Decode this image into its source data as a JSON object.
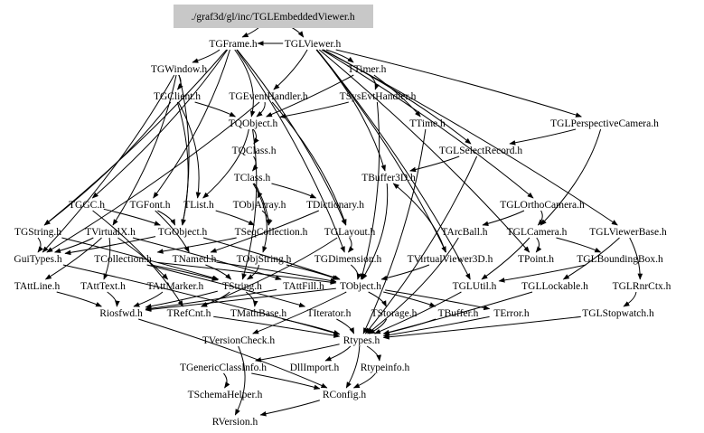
{
  "diagram": {
    "root": "./graf3d/gl/inc/TGLEmbeddedViewer.h",
    "nodes": [
      {
        "id": "root",
        "label": "./graf3d/gl/inc/TGLEmbeddedViewer.h"
      },
      {
        "id": "TGFrame",
        "label": "TGFrame.h"
      },
      {
        "id": "TGLViewer",
        "label": "TGLViewer.h"
      },
      {
        "id": "TGWindow",
        "label": "TGWindow.h"
      },
      {
        "id": "TTimer",
        "label": "TTimer.h"
      },
      {
        "id": "TGClient",
        "label": "TGClient.h"
      },
      {
        "id": "TGEventHandler",
        "label": "TGEventHandler.h"
      },
      {
        "id": "TSysEvtHandler",
        "label": "TSysEvtHandler.h"
      },
      {
        "id": "TQObject",
        "label": "TQObject.h"
      },
      {
        "id": "TTime",
        "label": "TTime.h"
      },
      {
        "id": "TGLPerspectiveCamera",
        "label": "TGLPerspectiveCamera.h"
      },
      {
        "id": "TQClass",
        "label": "TQClass.h"
      },
      {
        "id": "TGLSelectRecord",
        "label": "TGLSelectRecord.h"
      },
      {
        "id": "TClass",
        "label": "TClass.h"
      },
      {
        "id": "TBuffer3D",
        "label": "TBuffer3D.h"
      },
      {
        "id": "TGGC",
        "label": "TGGC.h"
      },
      {
        "id": "TGFont",
        "label": "TGFont.h"
      },
      {
        "id": "TList",
        "label": "TList.h"
      },
      {
        "id": "TObjArray",
        "label": "TObjArray.h"
      },
      {
        "id": "TDictionary",
        "label": "TDictionary.h"
      },
      {
        "id": "TGLOrthoCamera",
        "label": "TGLOrthoCamera.h"
      },
      {
        "id": "TGString",
        "label": "TGString.h"
      },
      {
        "id": "TVirtualX",
        "label": "TVirtualX.h"
      },
      {
        "id": "TGObject",
        "label": "TGObject.h"
      },
      {
        "id": "TSeqCollection",
        "label": "TSeqCollection.h"
      },
      {
        "id": "TGLayout",
        "label": "TGLayout.h"
      },
      {
        "id": "TArcBall",
        "label": "TArcBall.h"
      },
      {
        "id": "TGLCamera",
        "label": "TGLCamera.h"
      },
      {
        "id": "TGLViewerBase",
        "label": "TGLViewerBase.h"
      },
      {
        "id": "GuiTypes",
        "label": "GuiTypes.h"
      },
      {
        "id": "TCollection",
        "label": "TCollection.h"
      },
      {
        "id": "TNamed",
        "label": "TNamed.h"
      },
      {
        "id": "TObjString",
        "label": "TObjString.h"
      },
      {
        "id": "TGDimension",
        "label": "TGDimension.h"
      },
      {
        "id": "TVirtualViewer3D",
        "label": "TVirtualViewer3D.h"
      },
      {
        "id": "TPoint",
        "label": "TPoint.h"
      },
      {
        "id": "TGLBoundingBox",
        "label": "TGLBoundingBox.h"
      },
      {
        "id": "TAttLine",
        "label": "TAttLine.h"
      },
      {
        "id": "TAttText",
        "label": "TAttText.h"
      },
      {
        "id": "TAttMarker",
        "label": "TAttMarker.h"
      },
      {
        "id": "TString",
        "label": "TString.h"
      },
      {
        "id": "TAttFill",
        "label": "TAttFill.h"
      },
      {
        "id": "TObject",
        "label": "TObject.h"
      },
      {
        "id": "TGLUtil",
        "label": "TGLUtil.h"
      },
      {
        "id": "TGLLockable",
        "label": "TGLLockable.h"
      },
      {
        "id": "TGLRnrCtx",
        "label": "TGLRnrCtx.h"
      },
      {
        "id": "Riosfwd",
        "label": "Riosfwd.h"
      },
      {
        "id": "TRefCnt",
        "label": "TRefCnt.h"
      },
      {
        "id": "TMathBase",
        "label": "TMathBase.h"
      },
      {
        "id": "TIterator",
        "label": "TIterator.h"
      },
      {
        "id": "TStorage",
        "label": "TStorage.h"
      },
      {
        "id": "TBuffer",
        "label": "TBuffer.h"
      },
      {
        "id": "TError",
        "label": "TError.h"
      },
      {
        "id": "TGLStopwatch",
        "label": "TGLStopwatch.h"
      },
      {
        "id": "TVersionCheck",
        "label": "TVersionCheck.h"
      },
      {
        "id": "Rtypes",
        "label": "Rtypes.h"
      },
      {
        "id": "TGenericClassInfo",
        "label": "TGenericClassInfo.h"
      },
      {
        "id": "DllImport",
        "label": "DllImport.h"
      },
      {
        "id": "Rtypeinfo",
        "label": "Rtypeinfo.h"
      },
      {
        "id": "TSchemaHelper",
        "label": "TSchemaHelper.h"
      },
      {
        "id": "RConfig",
        "label": "RConfig.h"
      },
      {
        "id": "RVersion",
        "label": "RVersion.h"
      }
    ],
    "edges": [
      [
        "root",
        "TGFrame"
      ],
      [
        "root",
        "TGLViewer"
      ],
      [
        "TGFrame",
        "TGWindow"
      ],
      [
        "TGFrame",
        "TGDimension"
      ],
      [
        "TGFrame",
        "TGGC"
      ],
      [
        "TGFrame",
        "TGFont"
      ],
      [
        "TGFrame",
        "TGLayout"
      ],
      [
        "TGFrame",
        "TQObject"
      ],
      [
        "TGFrame",
        "TGString"
      ],
      [
        "TGLViewer",
        "TGFrame"
      ],
      [
        "TGLViewer",
        "TTimer"
      ],
      [
        "TGLViewer",
        "TGEventHandler"
      ],
      [
        "TGLViewer",
        "TGLPerspectiveCamera"
      ],
      [
        "TGLViewer",
        "TGLOrthoCamera"
      ],
      [
        "TGLViewer",
        "TGLViewerBase"
      ],
      [
        "TGLViewer",
        "TVirtualViewer3D"
      ],
      [
        "TGLViewer",
        "TBuffer3D"
      ],
      [
        "TGLViewer",
        "TGLSelectRecord"
      ],
      [
        "TGLViewer",
        "TPoint"
      ],
      [
        "TGLViewer",
        "TGLUtil"
      ],
      [
        "TGWindow",
        "TGClient"
      ],
      [
        "TGWindow",
        "TGObject"
      ],
      [
        "TGWindow",
        "TVirtualX"
      ],
      [
        "TGWindow",
        "GuiTypes"
      ],
      [
        "TTimer",
        "TSysEvtHandler"
      ],
      [
        "TTimer",
        "TTime"
      ],
      [
        "TTimer",
        "TQObject"
      ],
      [
        "TGClient",
        "TQObject"
      ],
      [
        "TGClient",
        "TList"
      ],
      [
        "TGClient",
        "TGString"
      ],
      [
        "TGClient",
        "TGObject"
      ],
      [
        "TGEventHandler",
        "TQObject"
      ],
      [
        "TGEventHandler",
        "TGLayout"
      ],
      [
        "TGEventHandler",
        "GuiTypes"
      ],
      [
        "TSysEvtHandler",
        "TQObject"
      ],
      [
        "TSysEvtHandler",
        "TObject"
      ],
      [
        "TQObject",
        "TQClass"
      ],
      [
        "TQObject",
        "TList"
      ],
      [
        "TQObject",
        "TString"
      ],
      [
        "TTime",
        "Rtypes"
      ],
      [
        "TGLPerspectiveCamera",
        "TGLCamera"
      ],
      [
        "TGLPerspectiveCamera",
        "TGLSelectRecord"
      ],
      [
        "TQClass",
        "TClass"
      ],
      [
        "TGLSelectRecord",
        "TBuffer3D"
      ],
      [
        "TGLSelectRecord",
        "Rtypes"
      ],
      [
        "TClass",
        "TDictionary"
      ],
      [
        "TClass",
        "TObjArray"
      ],
      [
        "TClass",
        "TObjString"
      ],
      [
        "TClass",
        "TSeqCollection"
      ],
      [
        "TBuffer3D",
        "TObject"
      ],
      [
        "TGGC",
        "TGObject"
      ],
      [
        "TGGC",
        "TRefCnt"
      ],
      [
        "TGFont",
        "TNamed"
      ],
      [
        "TGFont",
        "TGObject"
      ],
      [
        "TList",
        "TSeqCollection"
      ],
      [
        "TObjArray",
        "TSeqCollection"
      ],
      [
        "TDictionary",
        "TNamed"
      ],
      [
        "TGLOrthoCamera",
        "TGLCamera"
      ],
      [
        "TGLOrthoCamera",
        "TArcBall"
      ],
      [
        "TGString",
        "GuiTypes"
      ],
      [
        "TGString",
        "TString"
      ],
      [
        "TVirtualX",
        "TAttLine"
      ],
      [
        "TVirtualX",
        "TAttText"
      ],
      [
        "TVirtualX",
        "TAttMarker"
      ],
      [
        "TVirtualX",
        "TAttFill"
      ],
      [
        "TVirtualX",
        "GuiTypes"
      ],
      [
        "TGObject",
        "TObject"
      ],
      [
        "TGObject",
        "GuiTypes"
      ],
      [
        "TSeqCollection",
        "TCollection"
      ],
      [
        "TGLayout",
        "TGDimension"
      ],
      [
        "TGLayout",
        "TRefCnt"
      ],
      [
        "TArcBall",
        "Rtypes"
      ],
      [
        "TGLCamera",
        "TGLBoundingBox"
      ],
      [
        "TGLCamera",
        "TPoint"
      ],
      [
        "TGLCamera",
        "TGLUtil"
      ],
      [
        "TGLViewerBase",
        "TGLLockable"
      ],
      [
        "TGLViewerBase",
        "TGLRnrCtx"
      ],
      [
        "GuiTypes",
        "Rtypes"
      ],
      [
        "TCollection",
        "TObject"
      ],
      [
        "TCollection",
        "TIterator"
      ],
      [
        "TCollection",
        "TString"
      ],
      [
        "TNamed",
        "TObject"
      ],
      [
        "TNamed",
        "TString"
      ],
      [
        "TObjString",
        "TObject"
      ],
      [
        "TObjString",
        "TString"
      ],
      [
        "TGDimension",
        "TObject"
      ],
      [
        "TVirtualViewer3D",
        "TObject"
      ],
      [
        "TVirtualViewer3D",
        "TBuffer3D"
      ],
      [
        "TGLBoundingBox",
        "TGLUtil"
      ],
      [
        "TAttLine",
        "Riosfwd"
      ],
      [
        "TAttText",
        "Riosfwd"
      ],
      [
        "TAttMarker",
        "Riosfwd"
      ],
      [
        "TAttFill",
        "Riosfwd"
      ],
      [
        "TString",
        "TRefCnt"
      ],
      [
        "TString",
        "TMathBase"
      ],
      [
        "TString",
        "Riosfwd"
      ],
      [
        "TObject",
        "TStorage"
      ],
      [
        "TObject",
        "TBuffer"
      ],
      [
        "TObject",
        "TError"
      ],
      [
        "TObject",
        "Riosfwd"
      ],
      [
        "TObject",
        "TVersionCheck"
      ],
      [
        "TGLUtil",
        "Rtypes"
      ],
      [
        "TGLLockable",
        "Rtypes"
      ],
      [
        "TGLRnrCtx",
        "TGLStopwatch"
      ],
      [
        "Riosfwd",
        "RConfig"
      ],
      [
        "TRefCnt",
        "Rtypes"
      ],
      [
        "TMathBase",
        "Rtypes"
      ],
      [
        "TIterator",
        "Rtypes"
      ],
      [
        "TStorage",
        "Rtypes"
      ],
      [
        "TBuffer",
        "Rtypes"
      ],
      [
        "TError",
        "Rtypes"
      ],
      [
        "TGLStopwatch",
        "Rtypes"
      ],
      [
        "TVersionCheck",
        "RVersion"
      ],
      [
        "Rtypes",
        "TGenericClassInfo"
      ],
      [
        "Rtypes",
        "DllImport"
      ],
      [
        "Rtypes",
        "Rtypeinfo"
      ],
      [
        "Rtypes",
        "RConfig"
      ],
      [
        "TGenericClassInfo",
        "TSchemaHelper"
      ],
      [
        "TGenericClassInfo",
        "RConfig"
      ],
      [
        "Rtypeinfo",
        "RConfig"
      ],
      [
        "RConfig",
        "RVersion"
      ]
    ]
  }
}
